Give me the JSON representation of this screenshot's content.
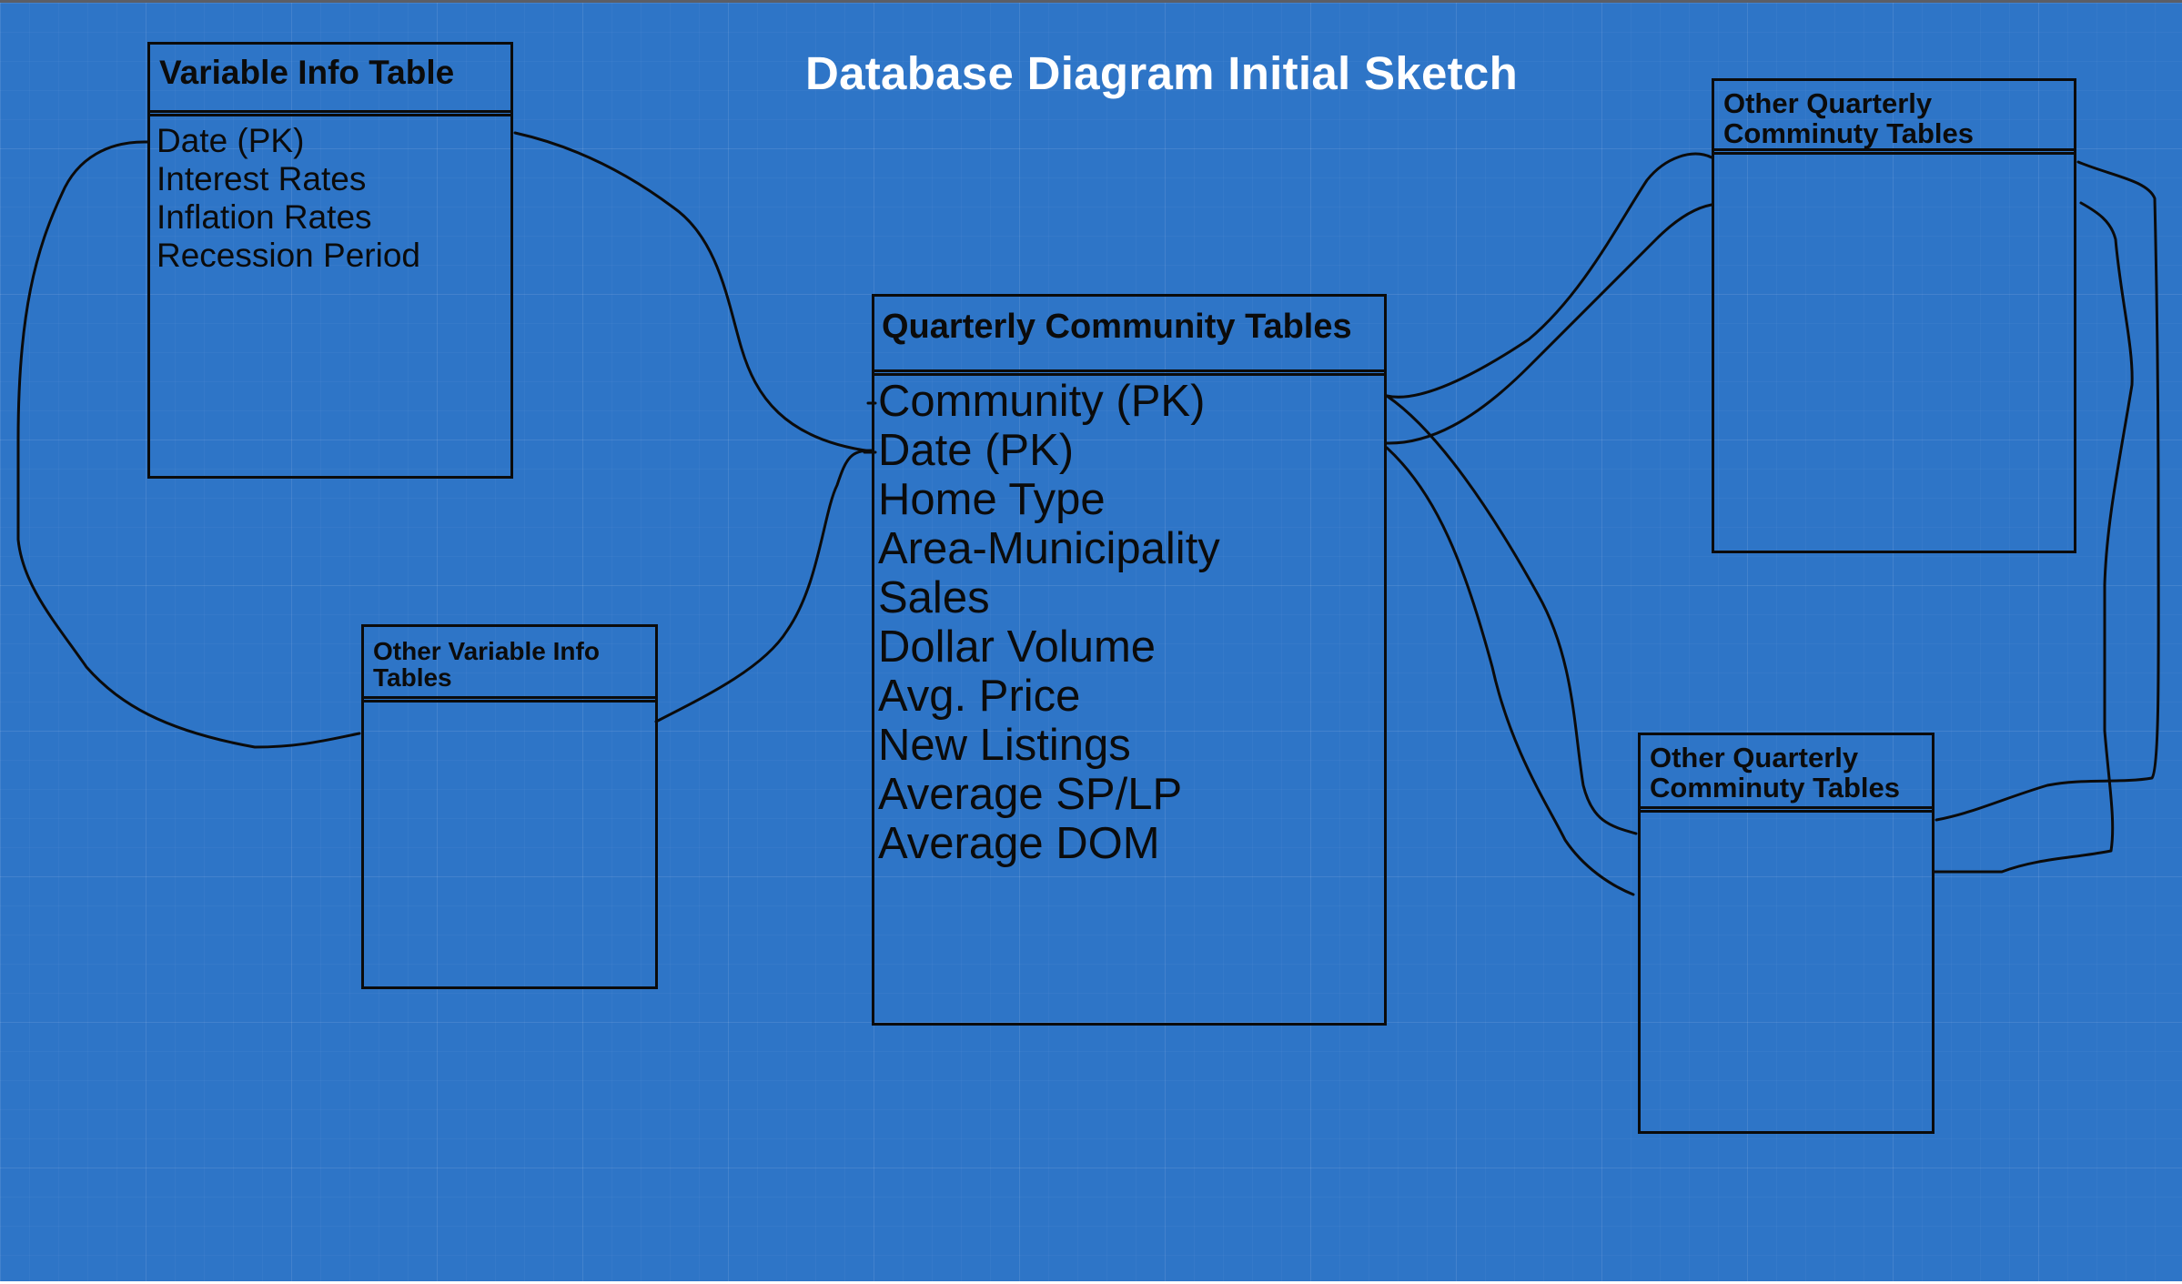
{
  "diagram": {
    "title": "Database Diagram Initial Sketch",
    "tables": {
      "variable_info": {
        "name": "Variable Info Table",
        "fields": [
          "Date (PK)",
          "Interest Rates",
          "Inflation Rates",
          "Recession Period"
        ]
      },
      "quarterly_community": {
        "name": "Quarterly Community Tables",
        "fields": [
          "Community (PK)",
          "Date (PK)",
          "Home Type",
          "Area-Municipality",
          "Sales",
          "Dollar Volume",
          "Avg. Price",
          "New Listings",
          "Average SP/LP",
          "Average DOM"
        ]
      },
      "other_variable_info": {
        "name": "Other Variable Info Tables"
      },
      "other_quarterly_1": {
        "name": "Other Quarterly Comminuty Tables"
      },
      "other_quarterly_2": {
        "name": "Other Quarterly Comminuty Tables"
      }
    },
    "line_color": "#0b0b0b",
    "background_color": "#2e75c7",
    "title_color": "#ffffff"
  }
}
